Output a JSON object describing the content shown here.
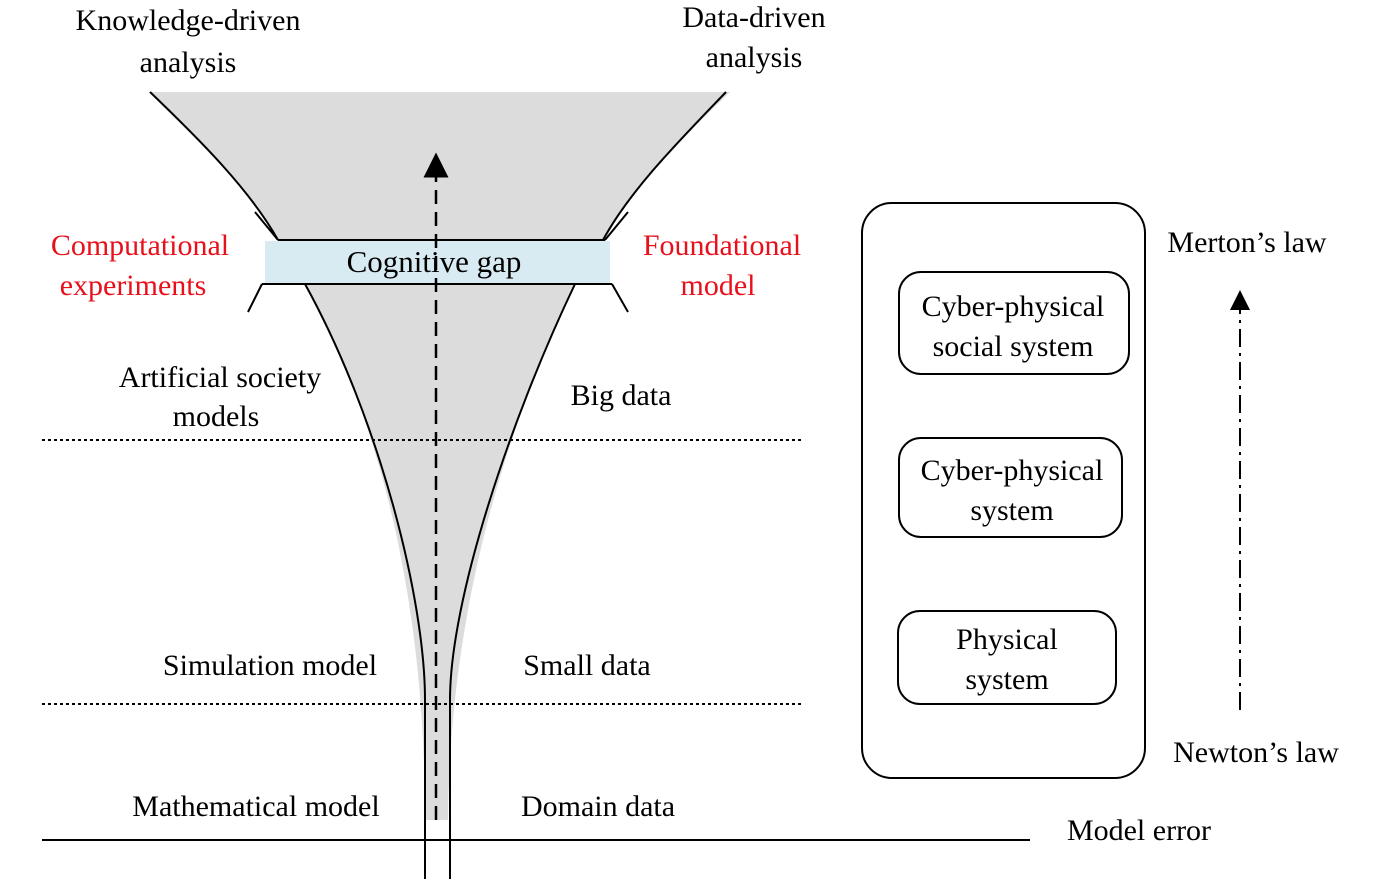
{
  "top_labels": {
    "knowledge_driven": [
      "Knowledge-driven",
      "analysis"
    ],
    "data_driven": [
      "Data-driven",
      "analysis"
    ]
  },
  "middle_labels": {
    "computational_experiments": [
      "Computational",
      "experiments"
    ],
    "foundational_model": [
      "Foundational",
      "model"
    ],
    "cognitive_gap": "Cognitive gap"
  },
  "levels": {
    "artificial_society_models": [
      "Artificial society",
      "models"
    ],
    "big_data": "Big data",
    "simulation_model": "Simulation model",
    "small_data": "Small data",
    "mathematical_model": "Mathematical model",
    "domain_data": "Domain data",
    "model_error": "Model error"
  },
  "systems": {
    "boxes": [
      [
        "Cyber-physical",
        "social system"
      ],
      [
        "Cyber-physical",
        "system"
      ],
      [
        "Physical",
        "system"
      ]
    ],
    "mertons_law": "Merton’s law",
    "newtons_law": "Newton’s law"
  },
  "colors": {
    "funnel_fill": "#dcdcdc",
    "gap_fill": "#d9ebf2",
    "highlight_text": "#e8101b",
    "line": "#000000"
  }
}
